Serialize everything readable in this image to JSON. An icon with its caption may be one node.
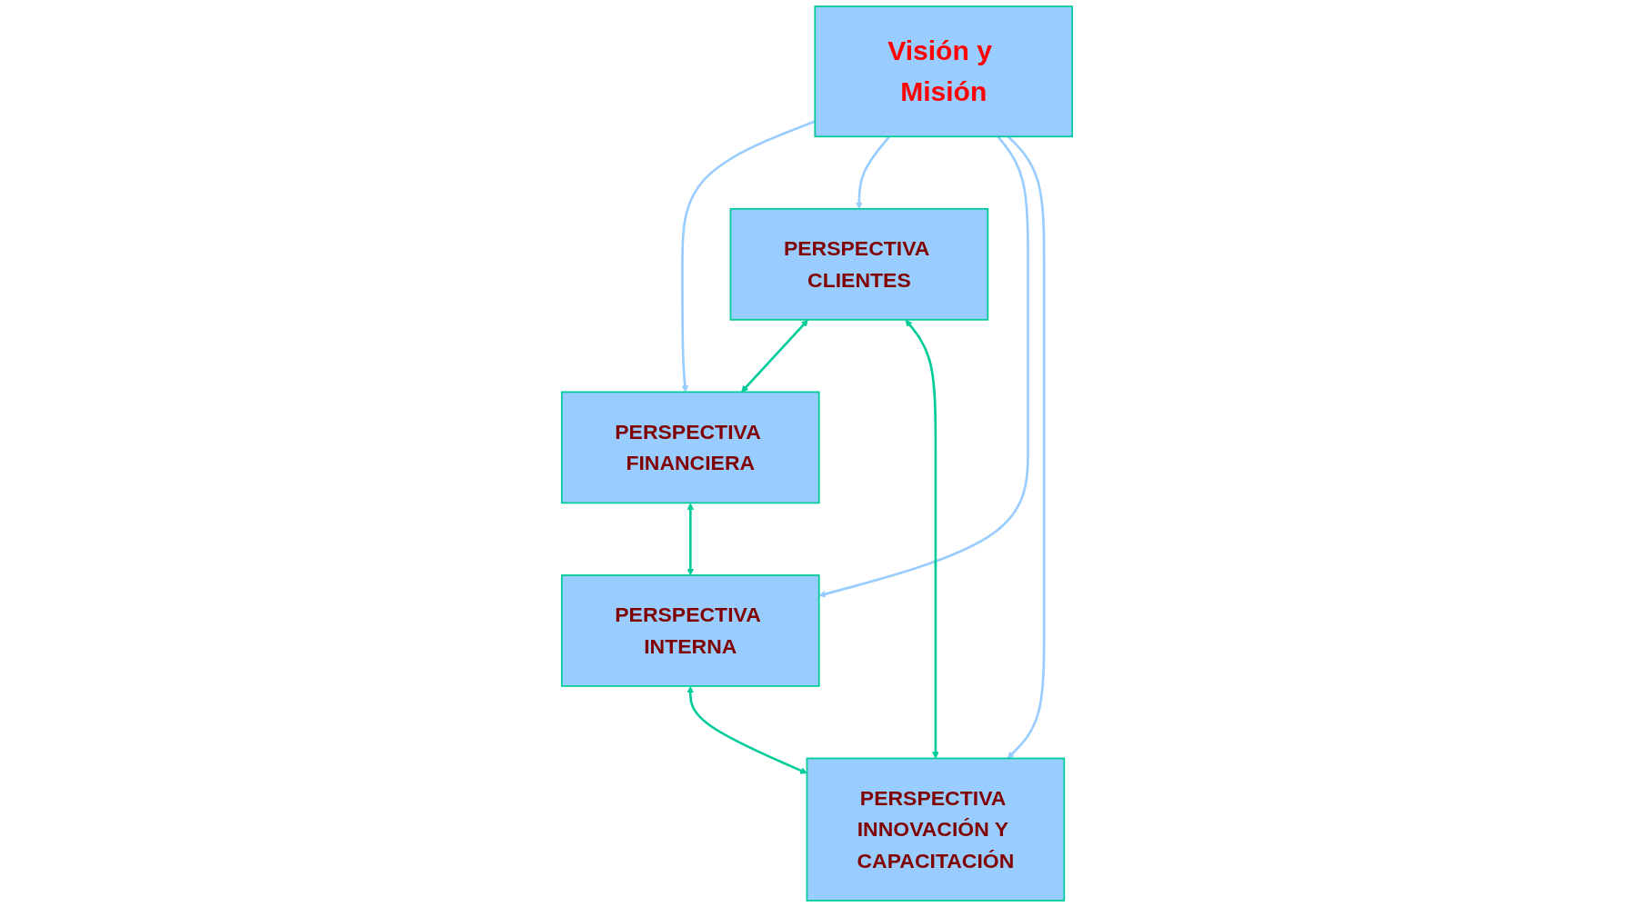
{
  "diagram": {
    "nodes": [
      {
        "text": [
          "PERSPECTIVA FINANCIERA"
        ]
      },
      {
        "text": [
          "PERSPECTIVA CLIENTES"
        ]
      },
      {
        "text": [
          "Visión y Misión"
        ]
      },
      {
        "text": [
          "PERSPECTIVA INTERNA"
        ]
      },
      {
        "text": [
          "PERSPECTIVA INNOVACIÓN Y CAPACITACIÓN"
        ]
      }
    ],
    "edges": [
      {
        "from": 2,
        "to": 0,
        "arrow": "to",
        "color": "#99ccff"
      },
      {
        "from": 2,
        "to": 1,
        "arrow": "to",
        "color": "#99ccff"
      },
      {
        "from": 2,
        "to": 3,
        "arrow": "to",
        "color": "#99ccff"
      },
      {
        "from": 2,
        "to": 4,
        "arrow": "to",
        "color": "#99ccff"
      },
      {
        "from": 1,
        "to": 0,
        "arrow": "both",
        "color": "#00cc99"
      },
      {
        "from": 0,
        "to": 3,
        "arrow": "both",
        "color": "#00cc99"
      },
      {
        "from": 1,
        "to": 4,
        "arrow": "both",
        "color": "#00cc99"
      },
      {
        "from": 3,
        "to": 4,
        "arrow": "both",
        "color": "#00cc99"
      }
    ]
  }
}
